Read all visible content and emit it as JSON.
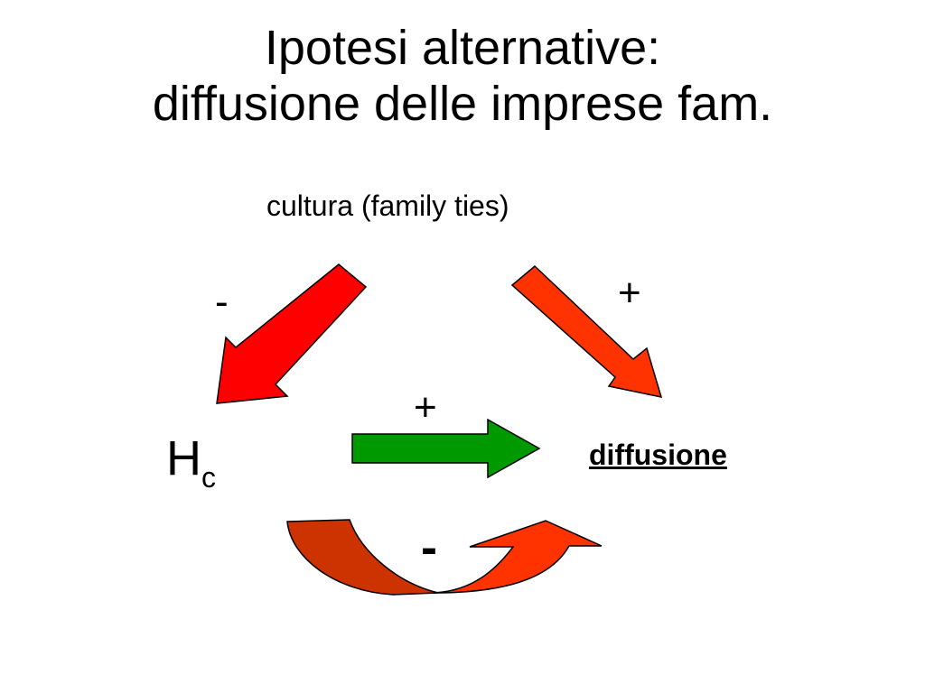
{
  "slide": {
    "title_line1": "Ipotesi alternative:",
    "title_line2": "diffusione delle imprese fam."
  },
  "diagram": {
    "source_label": "cultura (family ties)",
    "node_left_base": "H",
    "node_left_sub": "c",
    "node_right": "diffusione",
    "signs": {
      "culture_to_hc": "-",
      "culture_to_diffusion": "+",
      "hc_to_diffusion": "+",
      "loop": "-"
    }
  },
  "colors": {
    "arrow_left": "#ff0000",
    "arrow_right": "#ff3300",
    "arrow_mid": "#009900",
    "loop_left": "#cc3300",
    "loop_right": "#ff3300",
    "outline": "#000000"
  }
}
